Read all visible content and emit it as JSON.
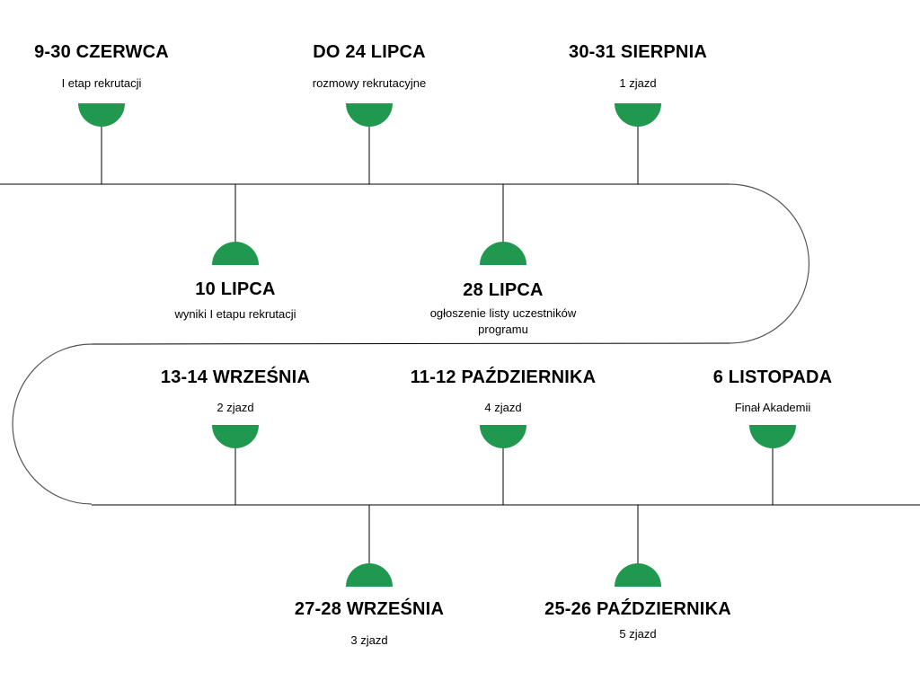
{
  "colors": {
    "marker": "#21984F",
    "line": "#000000",
    "curve": "#555555",
    "background": "#ffffff"
  },
  "events": [
    {
      "title": "9-30 CZERWCA",
      "desc": "I etap rekrutacji"
    },
    {
      "title": "DO 24 LIPCA",
      "desc": "rozmowy rekrutacyjne"
    },
    {
      "title": "30-31 SIERPNIA",
      "desc": "1 zjazd"
    },
    {
      "title": "10 LIPCA",
      "desc": "wyniki I etapu rekrutacji"
    },
    {
      "title": "28 LIPCA",
      "desc": "ogłoszenie listy uczestników programu"
    },
    {
      "title": "13-14 WRZEŚNIA",
      "desc": "2 zjazd"
    },
    {
      "title": "11-12 PAŹDZIERNIKA",
      "desc": "4 zjazd"
    },
    {
      "title": "6 LISTOPADA",
      "desc": "Finał Akademii"
    },
    {
      "title": "27-28 WRZEŚNIA",
      "desc": "3 zjazd"
    },
    {
      "title": "25-26 PAŹDZIERNIKA",
      "desc": "5 zjazd"
    }
  ]
}
